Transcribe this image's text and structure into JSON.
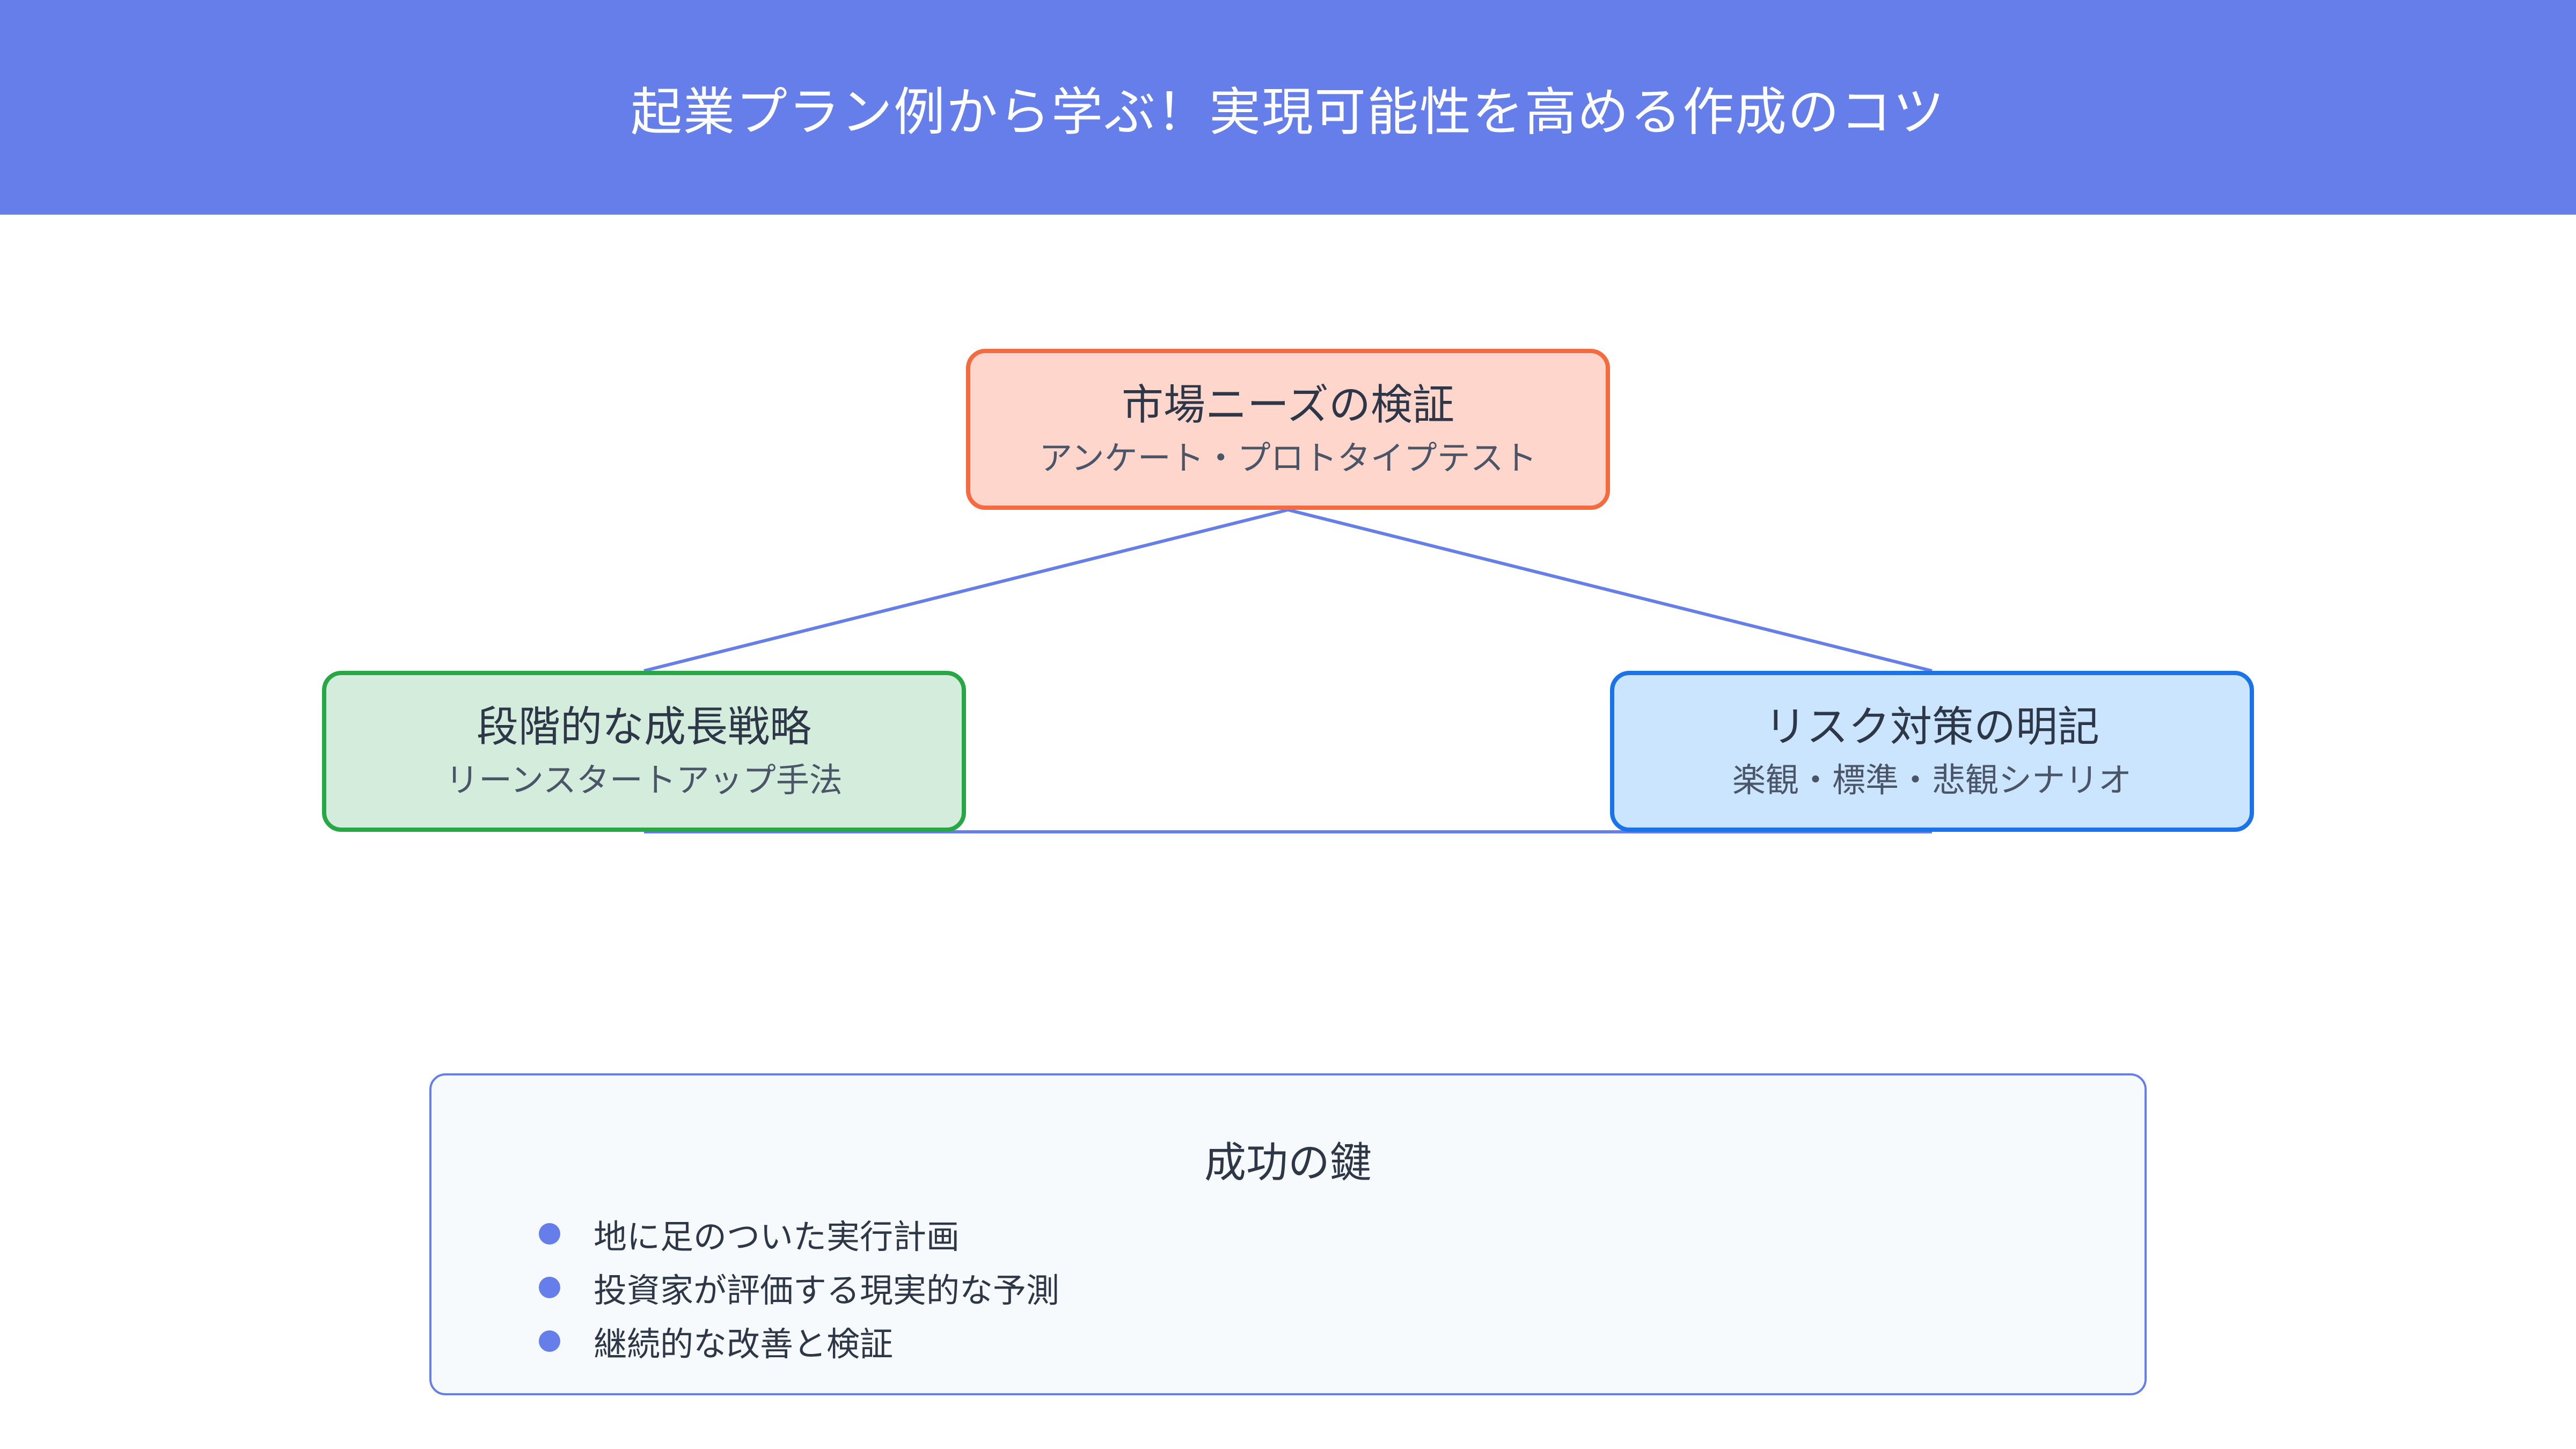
{
  "header": {
    "title": "起業プラン例から学ぶ！実現可能性を高める作成のコツ",
    "background": "#667eea"
  },
  "diagram": {
    "connector_color": "#667eea",
    "nodes": {
      "top": {
        "title": "市場ニーズの検証",
        "subtitle": "アンケート・プロトタイプテスト",
        "fill": "#ffd6cc",
        "border": "#f56b3f"
      },
      "left": {
        "title": "段階的な成長戦略",
        "subtitle": "リーンスタートアップ手法",
        "fill": "#d4ecdc",
        "border": "#28a745"
      },
      "right": {
        "title": "リスク対策の明記",
        "subtitle": "楽観・標準・悲観シナリオ",
        "fill": "#cce5ff",
        "border": "#1a73e8"
      }
    }
  },
  "keys": {
    "title": "成功の鍵",
    "bullet_color": "#667eea",
    "items": [
      "地に足のついた実行計画",
      "投資家が評価する現実的な予測",
      "継続的な改善と検証"
    ]
  }
}
